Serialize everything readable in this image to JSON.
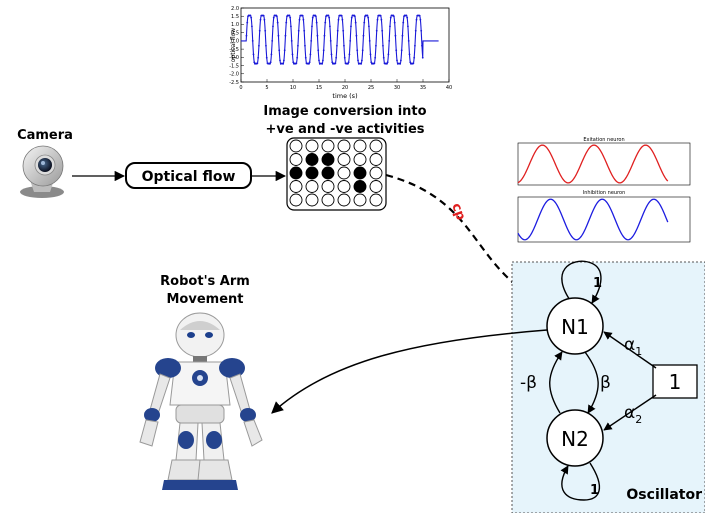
{
  "camera_label": "Camera",
  "optical_flow_box": "Optical flow",
  "image_conversion_title": [
    "Image conversion into",
    "+ve and -ve activities"
  ],
  "cp_label": "cp",
  "robot_title": [
    "Robot's Arm",
    "Movement"
  ],
  "oscillator_label": "Oscillator",
  "node_n1": "N1",
  "node_n2": "N2",
  "input_value": "1",
  "self_loop_n1": "1",
  "self_loop_n2": "1",
  "beta_label": "β",
  "neg_beta_label": "-β",
  "alpha1_label": "α",
  "alpha1_sub": "1",
  "alpha2_label": "α",
  "alpha2_sub": "2",
  "grid_pattern": [
    [
      0,
      0,
      0,
      0,
      0,
      0
    ],
    [
      0,
      1,
      1,
      0,
      0,
      0
    ],
    [
      1,
      1,
      1,
      0,
      1,
      0
    ],
    [
      0,
      0,
      0,
      0,
      1,
      0
    ],
    [
      0,
      0,
      0,
      0,
      0,
      0
    ]
  ],
  "colors": {
    "oscillator_bg": "#e6f4fb",
    "excitation": "#e02020",
    "inhibition": "#1c1ce0",
    "optical_flow_line": "#1a1ad8",
    "cp": "#e02020"
  },
  "chart_data": [
    {
      "type": "line",
      "xlabel": "time (s)",
      "ylabel": "optical flow",
      "xlim": [
        0,
        40
      ],
      "ylim": [
        -2.5,
        2.0
      ],
      "x_ticks": [
        "0",
        "5",
        "10",
        "15",
        "20",
        "25",
        "30",
        "35",
        "40"
      ],
      "y_ticks": [
        "2.0",
        "1.5",
        "1.0",
        "0.5",
        "0.0",
        "-0.5",
        "-1.0",
        "-1.5",
        "-2.0",
        "-2.5"
      ],
      "signal": {
        "start": 1,
        "end": 35,
        "period": 2.5,
        "amplitude": 1.7
      }
    },
    {
      "type": "line",
      "title": "Exitation neuron",
      "xlim": [
        0,
        12
      ],
      "ylim": [
        1.0,
        5.5
      ],
      "period": 3.6,
      "min": 1.0,
      "max": 5.5
    },
    {
      "type": "line",
      "title": "Inhibition neuron",
      "xlim": [
        0,
        12
      ],
      "ylim": [
        0.0,
        6.0
      ],
      "period": 3.6,
      "min": 0.0,
      "max": 6.0
    }
  ]
}
